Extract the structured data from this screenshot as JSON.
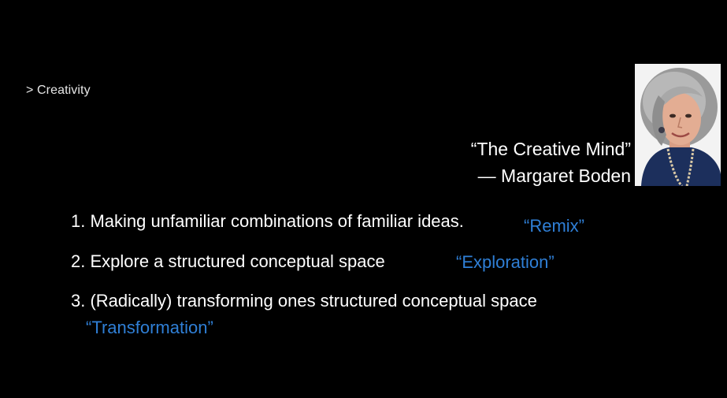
{
  "breadcrumb": "> Creativity",
  "quote": {
    "title": "“The Creative Mind”",
    "author": "— Margaret Boden"
  },
  "portrait": {
    "icon": "portrait-photo"
  },
  "items": [
    {
      "text": "1. Making unfamiliar combinations of familiar ideas.",
      "tag": "“Remix”"
    },
    {
      "text": "2. Explore a structured conceptual space",
      "tag": "“Exploration”"
    },
    {
      "text": "3. (Radically) transforming ones structured conceptual space",
      "tag": "“Transformation”"
    }
  ],
  "colors": {
    "background": "#000000",
    "text": "#ffffff",
    "accent": "#2f7fd6"
  }
}
